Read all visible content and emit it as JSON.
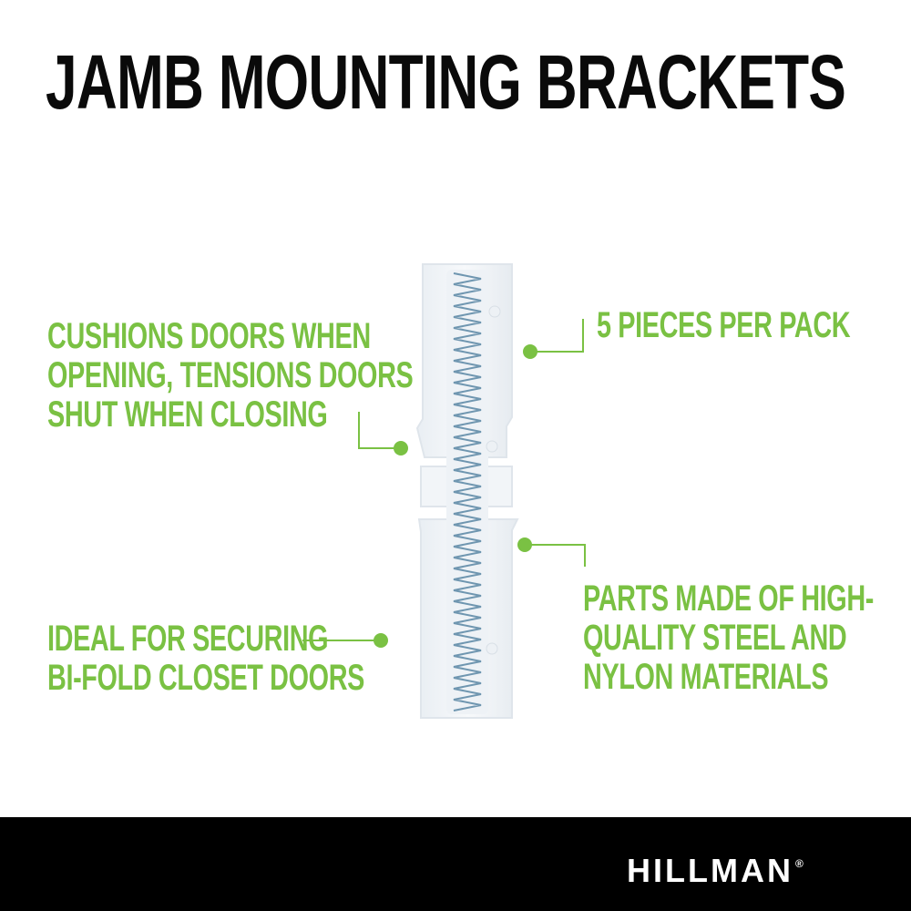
{
  "title": "JAMB MOUNTING BRACKETS",
  "callouts": {
    "cushion": [
      "CUSHIONS DOORS WHEN",
      "OPENING, TENSIONS DOORS",
      "SHUT WHEN CLOSING"
    ],
    "pieces": [
      "5 PIECES PER PACK"
    ],
    "ideal": [
      "IDEAL FOR SECURING",
      "BI-FOLD CLOSET DOORS"
    ],
    "parts": [
      "PARTS MADE OF HIGH-",
      "QUALITY STEEL AND",
      "NYLON MATERIALS"
    ]
  },
  "brand": {
    "name": "HILLMAN",
    "mark": "®"
  },
  "colors": {
    "accent": "#7ac143",
    "title": "#0a0a0a",
    "footer": "#000000"
  }
}
